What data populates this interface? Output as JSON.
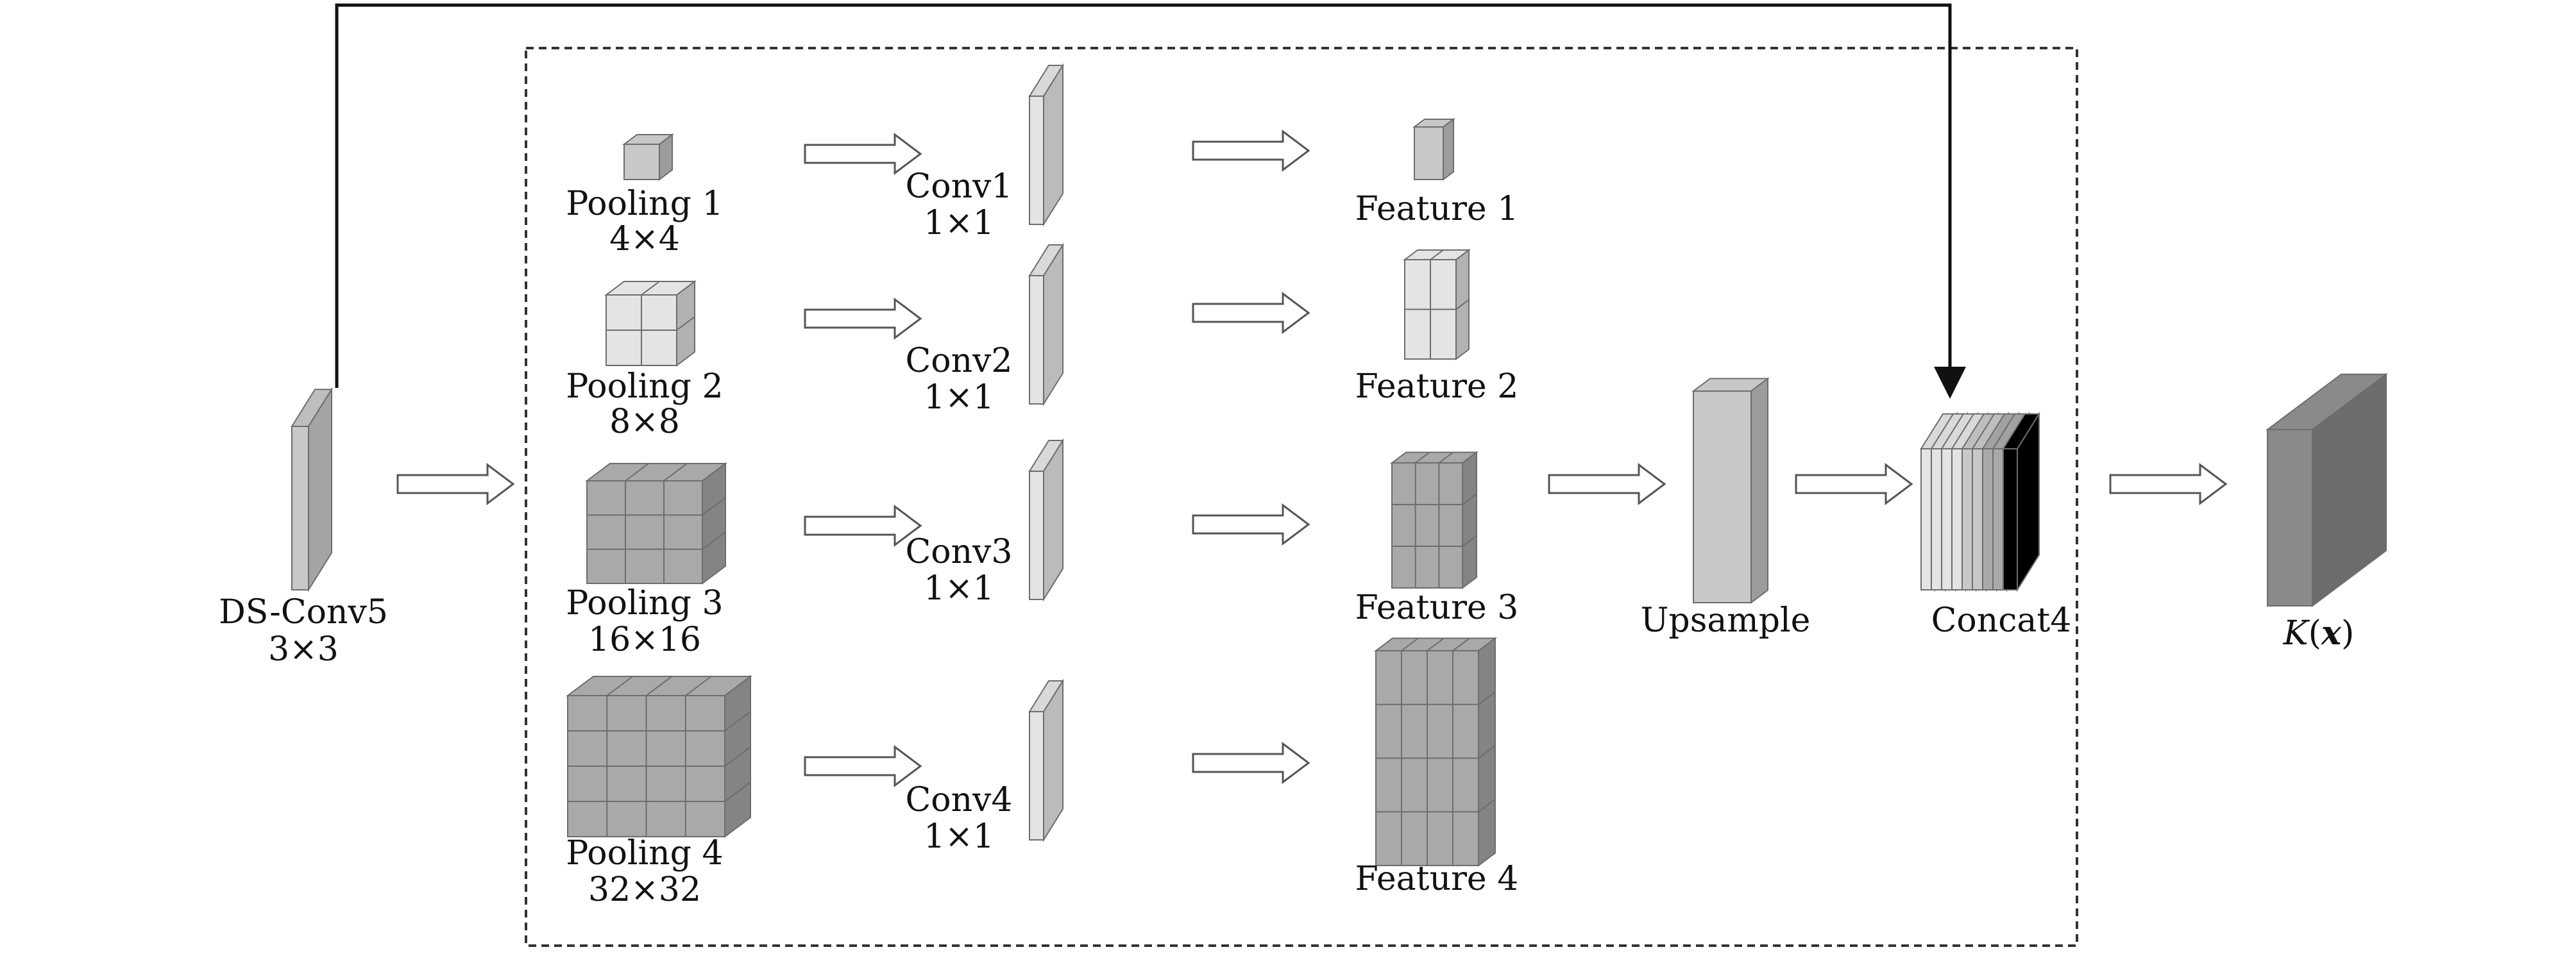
{
  "input": {
    "name": "DS-Conv5",
    "kernel": "3×3"
  },
  "pooling": [
    {
      "name": "Pooling 1",
      "size": "4×4"
    },
    {
      "name": "Pooling 2",
      "size": "8×8"
    },
    {
      "name": "Pooling 3",
      "size": "16×16"
    },
    {
      "name": "Pooling 4",
      "size": "32×32"
    }
  ],
  "convs": [
    {
      "name": "Conv1",
      "size": "1×1"
    },
    {
      "name": "Conv2",
      "size": "1×1"
    },
    {
      "name": "Conv3",
      "size": "1×1"
    },
    {
      "name": "Conv4",
      "size": "1×1"
    }
  ],
  "features": [
    "Feature 1",
    "Feature 2",
    "Feature 3",
    "Feature 4"
  ],
  "upsample": "Upsample",
  "concat": "Concat4",
  "output": {
    "func": "K",
    "open": "(",
    "var": "x",
    "close": ")"
  },
  "colors": {
    "light": "#e4e4e4",
    "mid": "#c8c8c8",
    "dark": "#a9a9a9",
    "output": "#8a8a8a",
    "edge": "#6d6d6d",
    "line": "#111111"
  }
}
